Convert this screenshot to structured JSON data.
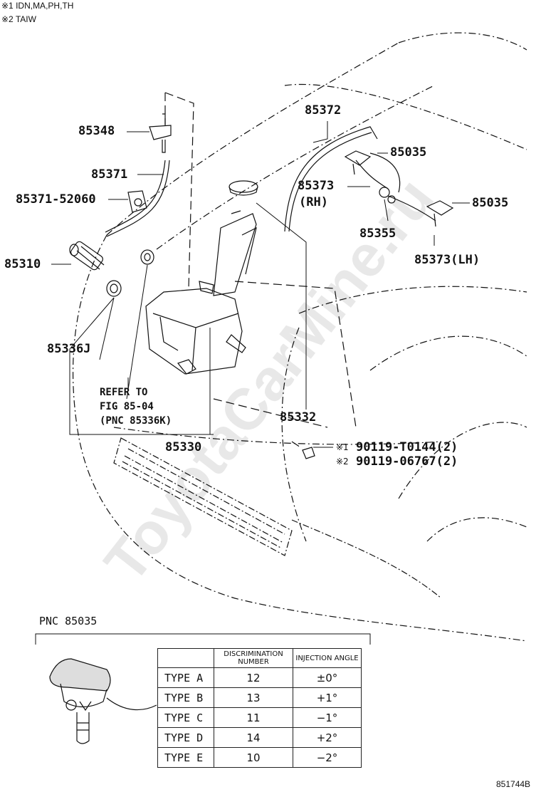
{
  "notes": {
    "note1": "※1 IDN,MA,PH,TH",
    "note2": "※2 TAIW"
  },
  "labels": {
    "p85348": "85348",
    "p85371": "85371",
    "p85371_52060": "85371-52060",
    "p85310": "85310",
    "p85336j": "85336J",
    "refer": "REFER TO",
    "fig": "FIG 85-04",
    "pnc": "(PNC 85336K)",
    "p85330": "85330",
    "p85332": "85332",
    "p85372": "85372",
    "p85035_a": "85035",
    "p85373_rh": "85373",
    "rh": "(RH)",
    "p85035_b": "85035",
    "p85355": "85355",
    "p85373_lh": "85373(LH)",
    "mark1": "※1",
    "bolt1": "90119-T0144(2)",
    "mark2": "※2",
    "bolt2": "90119-06767(2)"
  },
  "detail": {
    "title": "PNC 85035"
  },
  "table": {
    "headers": [
      "",
      "DISCRIMINATION NUMBER",
      "INJECTION ANGLE"
    ],
    "rows": [
      {
        "type": "TYPE A",
        "number": "12",
        "angle": "±0°"
      },
      {
        "type": "TYPE B",
        "number": "13",
        "angle": "+1°"
      },
      {
        "type": "TYPE C",
        "number": "11",
        "angle": "−1°"
      },
      {
        "type": "TYPE D",
        "number": "14",
        "angle": "+2°"
      },
      {
        "type": "TYPE E",
        "number": "10",
        "angle": "−2°"
      }
    ]
  },
  "illustration_id": "851744B",
  "watermark": "ToyotaCarMine.ru"
}
